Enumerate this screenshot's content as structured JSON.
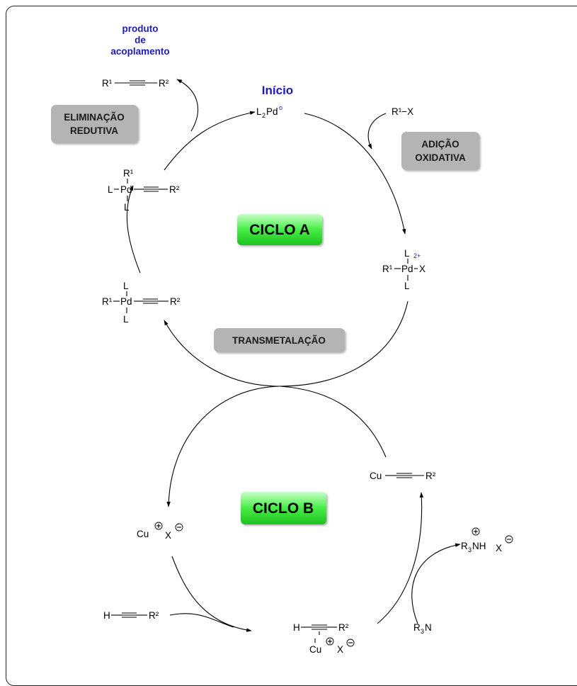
{
  "labels": {
    "produto_line1": "produto",
    "produto_line2": "de",
    "produto_line3": "acoplamento",
    "inicio": "Início",
    "eliminacao_line1": "ELIMINAÇÃO",
    "eliminacao_line2": "REDUTIVA",
    "adicao_line1": "ADIÇÃO",
    "adicao_line2": "OXIDATIVA",
    "transmetalacao": "TRANSMETALAÇÃO",
    "ciclo_a": "CICLO A",
    "ciclo_b": "CICLO B"
  },
  "species": {
    "product_R1": "R¹",
    "product_R2": "R²",
    "pd0_L": "L",
    "pd0_sub": "2",
    "pd0_Pd": "Pd",
    "pd0_sup": "o",
    "r1x": "R¹−X",
    "pd2_top_L": "L",
    "pd2_charge": "2+",
    "pd2_R1": "R¹",
    "pd2_Pd": "Pd",
    "pd2_X": "X",
    "pd2_bottom_L": "L",
    "trans_top_L": "L",
    "trans_R1": "R¹",
    "trans_Pd": "Pd",
    "trans_R2": "R²",
    "trans_bottom_L": "L",
    "pre_R1": "R¹",
    "pre_L": "L",
    "pre_Pd": "Pd",
    "pre_R2": "R²",
    "pre_bottom_L": "L",
    "cu_acetylide_Cu": "Cu",
    "cu_acetylide_R2": "R²",
    "cux_Cu": "Cu",
    "cux_X": "X",
    "r3nh_R": "R",
    "r3nh_sub": "3",
    "r3nh_NH": "NH",
    "r3nh_X": "X",
    "alkyne_H": "H",
    "alkyne_R2": "R²",
    "pi_H": "H",
    "pi_R2": "R²",
    "pi_Cu": "Cu",
    "pi_X": "X",
    "r3n_R": "R",
    "r3n_sub": "3",
    "r3n_N": "N"
  },
  "colors": {
    "accent_text": "#1a1acc",
    "gray_box": "#b4b4b4",
    "green_box": "#44ee44"
  }
}
